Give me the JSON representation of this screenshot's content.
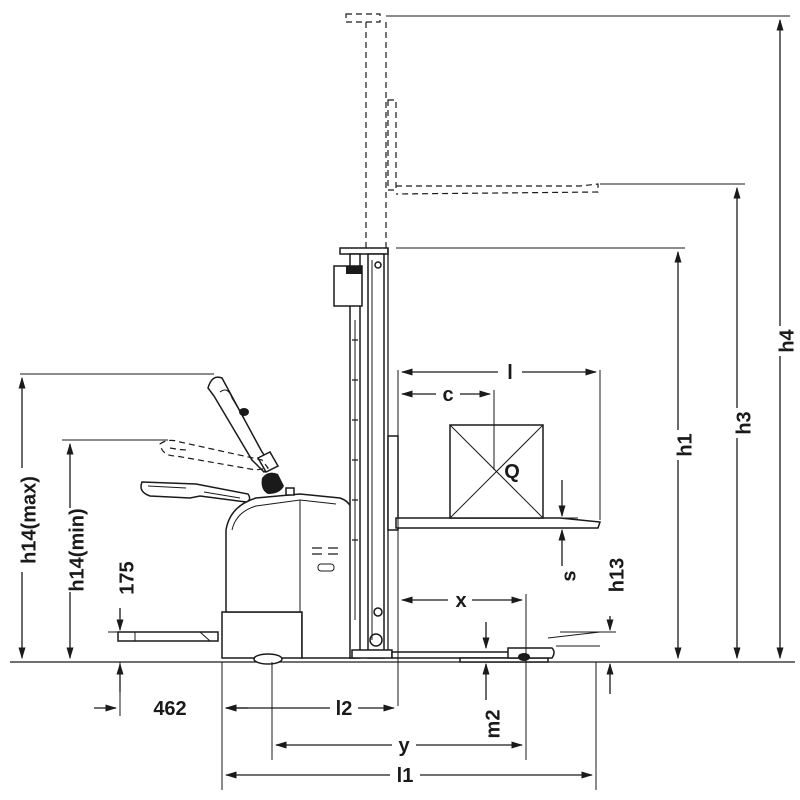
{
  "labels": {
    "h4": "h4",
    "h3": "h3",
    "h1": "h1",
    "h13": "h13",
    "h14_max": "h14(max)",
    "h14_min": "h14(min)",
    "dim_175": "175",
    "s": "s",
    "l": "l",
    "c": "c",
    "Q": "Q",
    "x": "x",
    "m2": "m2",
    "dim_462": "462",
    "l2": "l2",
    "y": "y",
    "l1": "l1"
  }
}
